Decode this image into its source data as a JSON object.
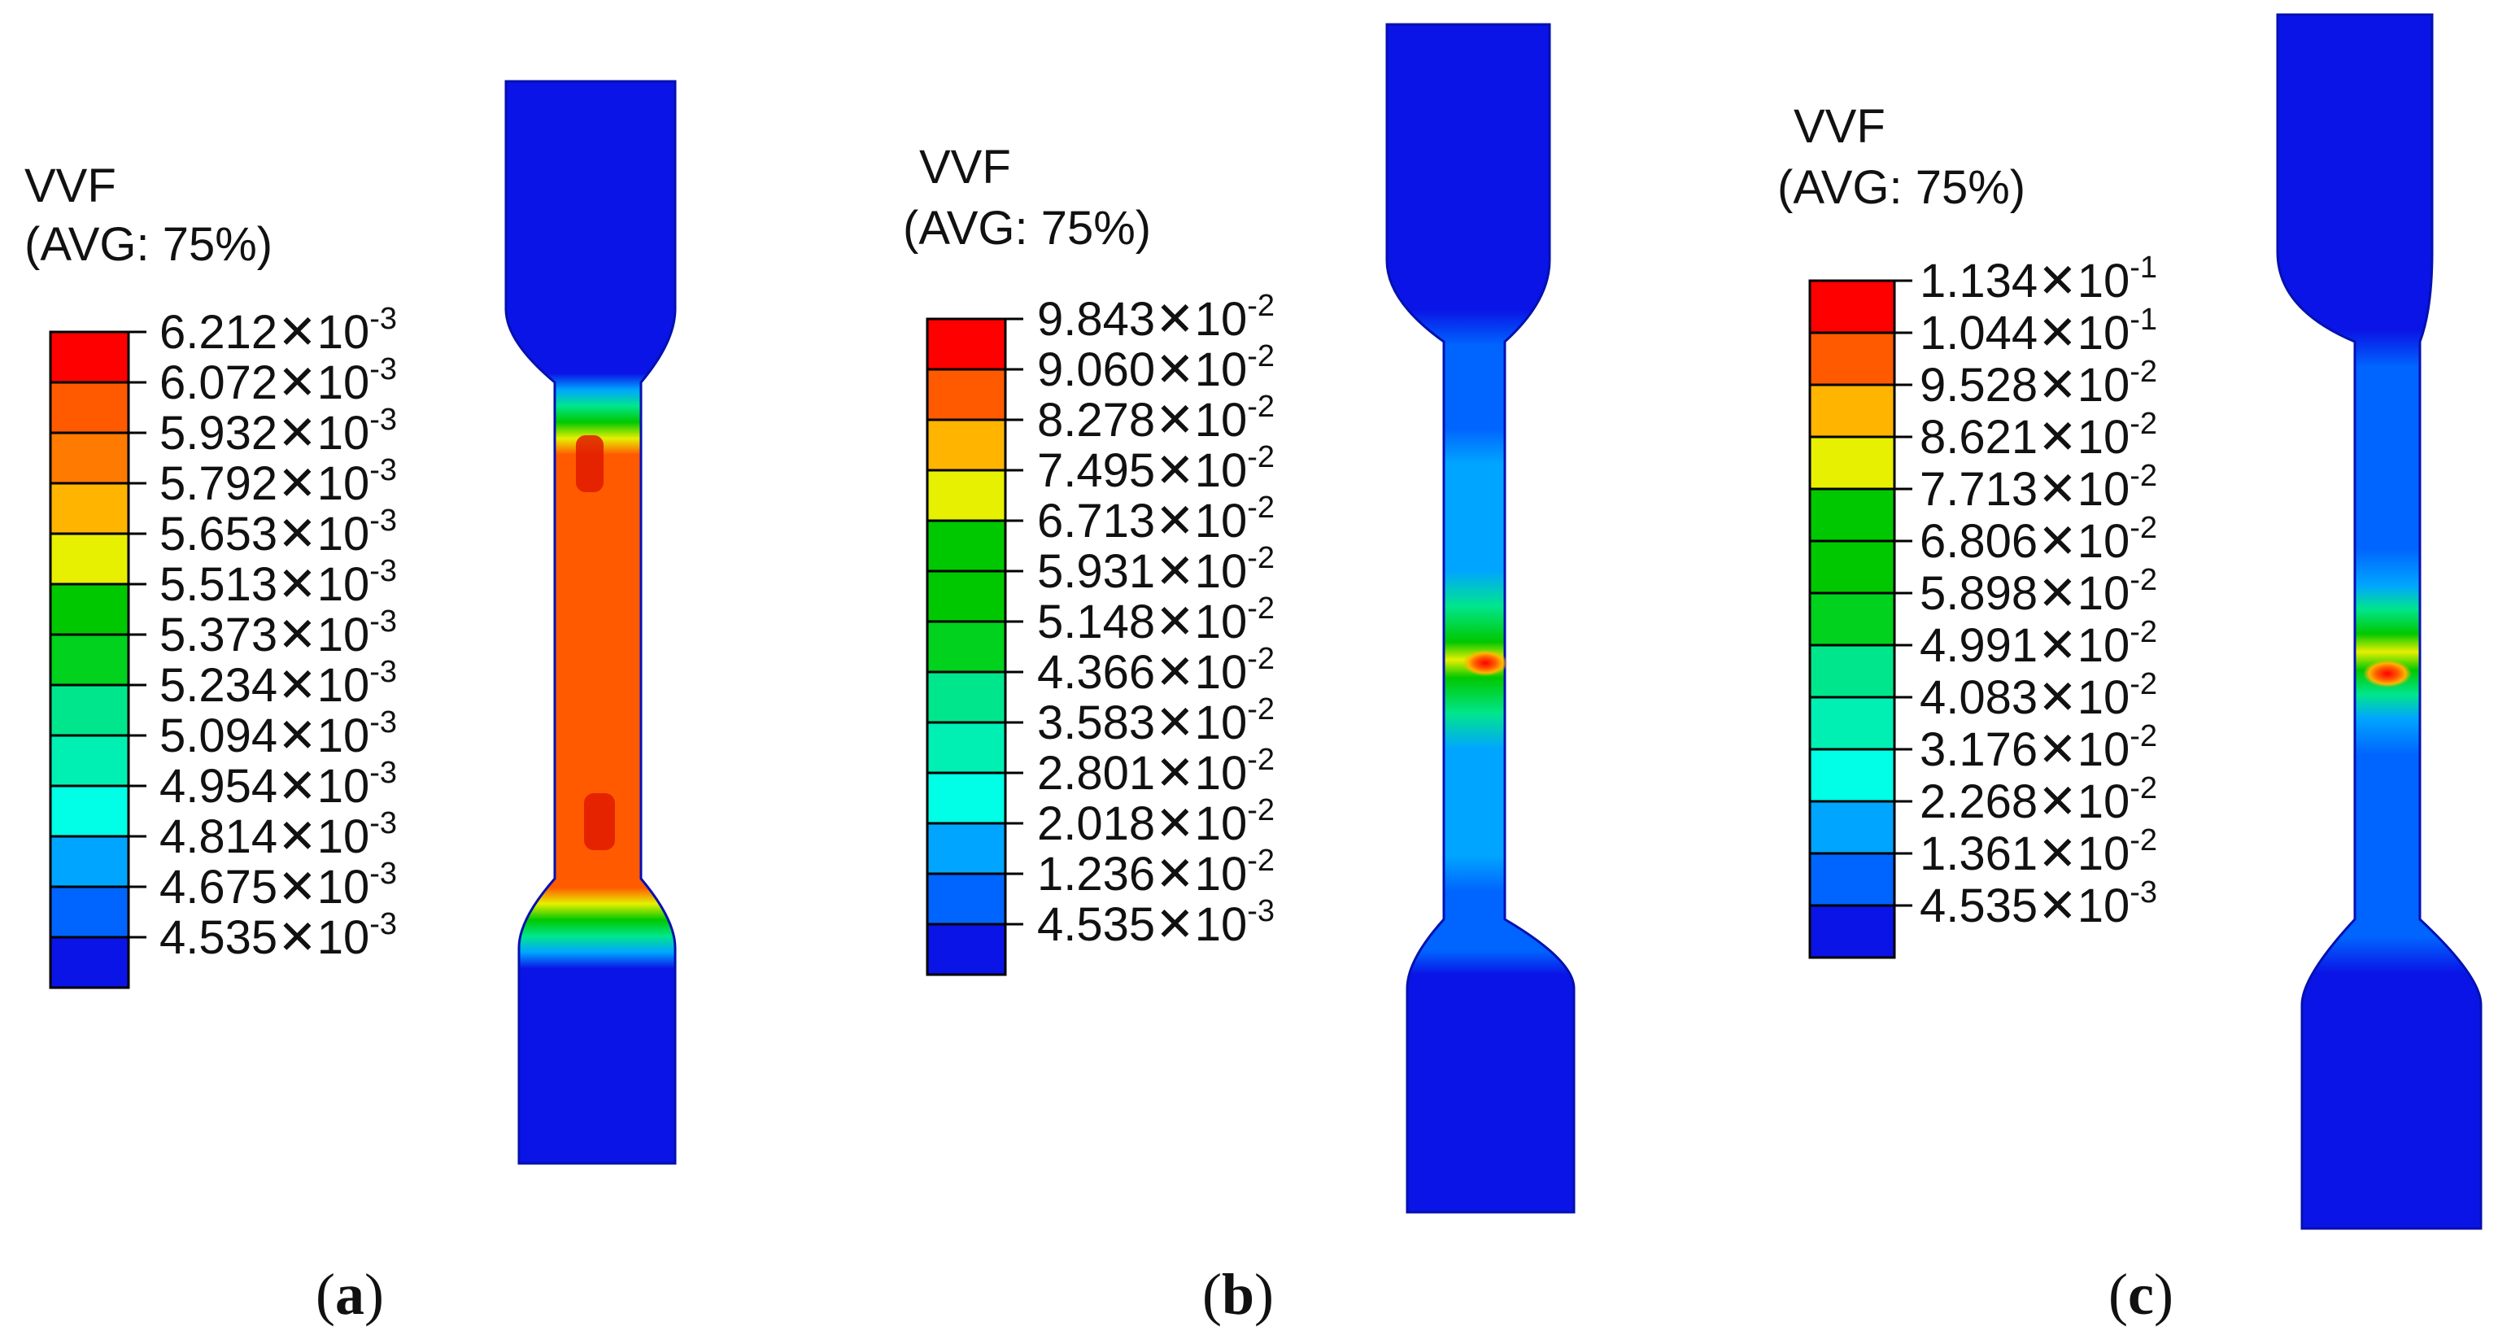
{
  "palette": {
    "red": "#ff0000",
    "orange_red": "#ff5a00",
    "orange": "#ffb400",
    "yellow": "#e6f000",
    "green": "#00c800",
    "mint": "#00e68c",
    "cyan": "#00ffe6",
    "sky": "#00a5ff",
    "blue_mid": "#0064ff",
    "blue": "#0a14e6",
    "outline": "#000000"
  },
  "panels": [
    {
      "id": "a",
      "caption_letter": "a",
      "legend_title": "VVF",
      "legend_subtitle": "(AVG: 75%)",
      "band_colors": [
        "#ff0000",
        "#ff5a00",
        "#ff7a00",
        "#ffb400",
        "#e6f000",
        "#00c800",
        "#00d21e",
        "#00e68c",
        "#00f0b4",
        "#00ffe6",
        "#00a5ff",
        "#0064ff",
        "#0a14e6"
      ],
      "labels": [
        {
          "mantissa": "6.212",
          "exponent": "-3"
        },
        {
          "mantissa": "6.072",
          "exponent": "-3"
        },
        {
          "mantissa": "5.932",
          "exponent": "-3"
        },
        {
          "mantissa": "5.792",
          "exponent": "-3"
        },
        {
          "mantissa": "5.653",
          "exponent": "-3"
        },
        {
          "mantissa": "5.513",
          "exponent": "-3"
        },
        {
          "mantissa": "5.373",
          "exponent": "-3"
        },
        {
          "mantissa": "5.234",
          "exponent": "-3"
        },
        {
          "mantissa": "5.094",
          "exponent": "-3"
        },
        {
          "mantissa": "4.954",
          "exponent": "-3"
        },
        {
          "mantissa": "4.814",
          "exponent": "-3"
        },
        {
          "mantissa": "4.675",
          "exponent": "-3"
        },
        {
          "mantissa": "4.535",
          "exponent": "-3"
        }
      ]
    },
    {
      "id": "b",
      "caption_letter": "b",
      "legend_title": "VVF",
      "legend_subtitle": "(AVG: 75%)",
      "band_colors": [
        "#ff0000",
        "#ff5a00",
        "#ffb400",
        "#e6f000",
        "#00c800",
        "#00c800",
        "#00d21e",
        "#00e68c",
        "#00f0b4",
        "#00ffe6",
        "#00a5ff",
        "#0064ff",
        "#0a14e6"
      ],
      "labels": [
        {
          "mantissa": "9.843",
          "exponent": "-2"
        },
        {
          "mantissa": "9.060",
          "exponent": "-2"
        },
        {
          "mantissa": "8.278",
          "exponent": "-2"
        },
        {
          "mantissa": "7.495",
          "exponent": "-2"
        },
        {
          "mantissa": "6.713",
          "exponent": "-2"
        },
        {
          "mantissa": "5.931",
          "exponent": "-2"
        },
        {
          "mantissa": "5.148",
          "exponent": "-2"
        },
        {
          "mantissa": "4.366",
          "exponent": "-2"
        },
        {
          "mantissa": "3.583",
          "exponent": "-2"
        },
        {
          "mantissa": "2.801",
          "exponent": "-2"
        },
        {
          "mantissa": "2.018",
          "exponent": "-2"
        },
        {
          "mantissa": "1.236",
          "exponent": "-2"
        },
        {
          "mantissa": "4.535",
          "exponent": "-3"
        }
      ]
    },
    {
      "id": "c",
      "caption_letter": "c",
      "legend_title": "VVF",
      "legend_subtitle": "(AVG: 75%)",
      "band_colors": [
        "#ff0000",
        "#ff5a00",
        "#ffb400",
        "#e6f000",
        "#00c800",
        "#00c800",
        "#00d21e",
        "#00e68c",
        "#00f0b4",
        "#00ffe6",
        "#00a5ff",
        "#0064ff",
        "#0a14e6"
      ],
      "labels": [
        {
          "mantissa": "1.134",
          "exponent": "-1"
        },
        {
          "mantissa": "1.044",
          "exponent": "-1"
        },
        {
          "mantissa": "9.528",
          "exponent": "-2"
        },
        {
          "mantissa": "8.621",
          "exponent": "-2"
        },
        {
          "mantissa": "7.713",
          "exponent": "-2"
        },
        {
          "mantissa": "6.806",
          "exponent": "-2"
        },
        {
          "mantissa": "5.898",
          "exponent": "-2"
        },
        {
          "mantissa": "4.991",
          "exponent": "-2"
        },
        {
          "mantissa": "4.083",
          "exponent": "-2"
        },
        {
          "mantissa": "3.176",
          "exponent": "-2"
        },
        {
          "mantissa": "2.268",
          "exponent": "-2"
        },
        {
          "mantissa": "1.361",
          "exponent": "-2"
        },
        {
          "mantissa": "4.535",
          "exponent": "-3"
        }
      ]
    }
  ]
}
